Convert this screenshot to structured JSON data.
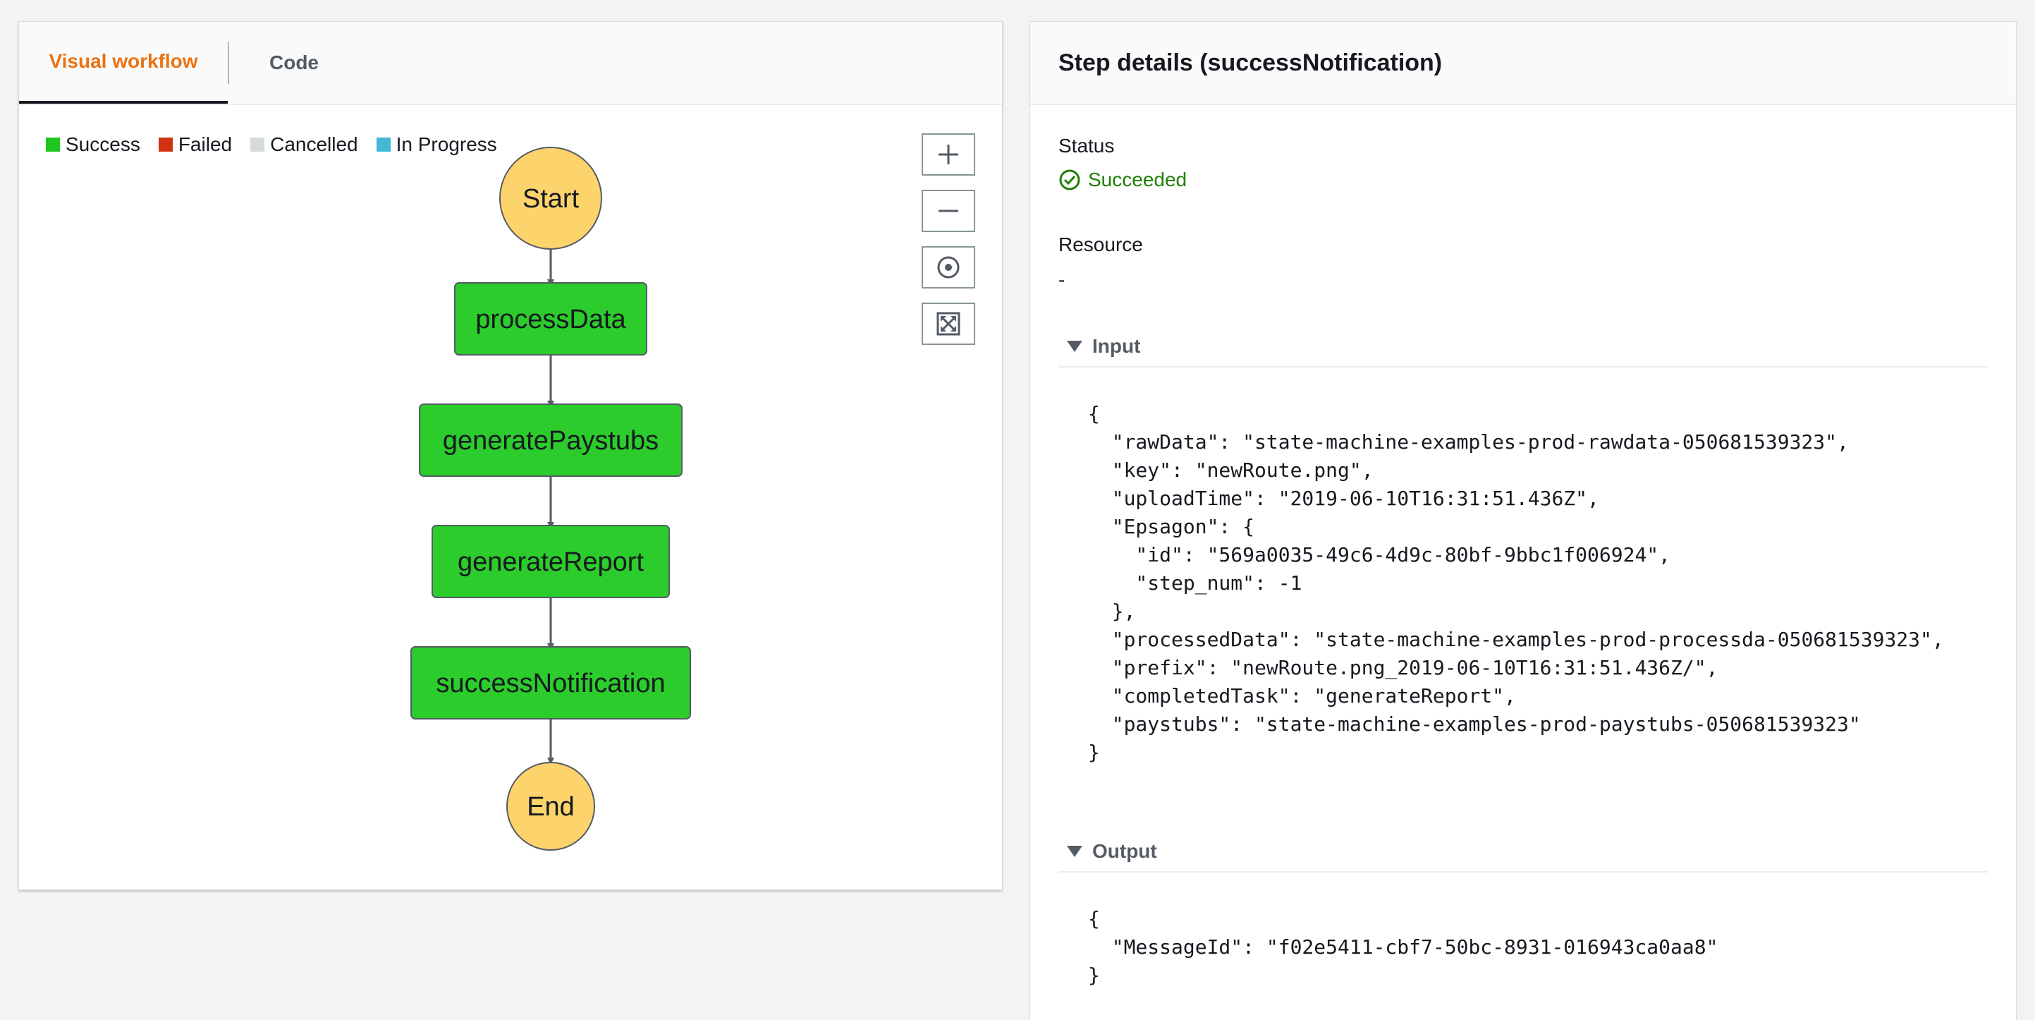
{
  "tabs": {
    "visual_workflow": "Visual workflow",
    "code": "Code"
  },
  "legend": [
    {
      "label": "Success",
      "color": "#1ec71e"
    },
    {
      "label": "Failed",
      "color": "#d13212"
    },
    {
      "label": "Cancelled",
      "color": "#d5dbdb"
    },
    {
      "label": "In Progress",
      "color": "#44b9d6"
    }
  ],
  "zoom_controls": {
    "zoom_in": "plus-icon",
    "zoom_out": "minus-icon",
    "center": "center-icon",
    "fit": "fit-to-screen-icon"
  },
  "workflow": {
    "nodes": [
      {
        "label": "Start",
        "kind": "terminal"
      },
      {
        "label": "processData",
        "kind": "task",
        "status": "Success"
      },
      {
        "label": "generatePaystubs",
        "kind": "task",
        "status": "Success"
      },
      {
        "label": "generateReport",
        "kind": "task",
        "status": "Success"
      },
      {
        "label": "successNotification",
        "kind": "task",
        "status": "Success"
      },
      {
        "label": "End",
        "kind": "terminal"
      }
    ],
    "colors": {
      "terminal": "#fdd36b",
      "task": "#2bcc2b"
    }
  },
  "details": {
    "title": "Step details (successNotification)",
    "status_label": "Status",
    "status_value": "Succeeded",
    "resource_label": "Resource",
    "resource_value": "-",
    "input_label": "Input",
    "input_json": "{\n  \"rawData\": \"state-machine-examples-prod-rawdata-050681539323\",\n  \"key\": \"newRoute.png\",\n  \"uploadTime\": \"2019-06-10T16:31:51.436Z\",\n  \"Epsagon\": {\n    \"id\": \"569a0035-49c6-4d9c-80bf-9bbc1f006924\",\n    \"step_num\": -1\n  },\n  \"processedData\": \"state-machine-examples-prod-processda-050681539323\",\n  \"prefix\": \"newRoute.png_2019-06-10T16:31:51.436Z/\",\n  \"completedTask\": \"generateReport\",\n  \"paystubs\": \"state-machine-examples-prod-paystubs-050681539323\"\n}",
    "output_label": "Output",
    "output_json": "{\n  \"MessageId\": \"f02e5411-cbf7-50bc-8931-016943ca0aa8\"\n}"
  },
  "colors": {
    "accent": "#ec7211",
    "success": "#1d8102"
  }
}
